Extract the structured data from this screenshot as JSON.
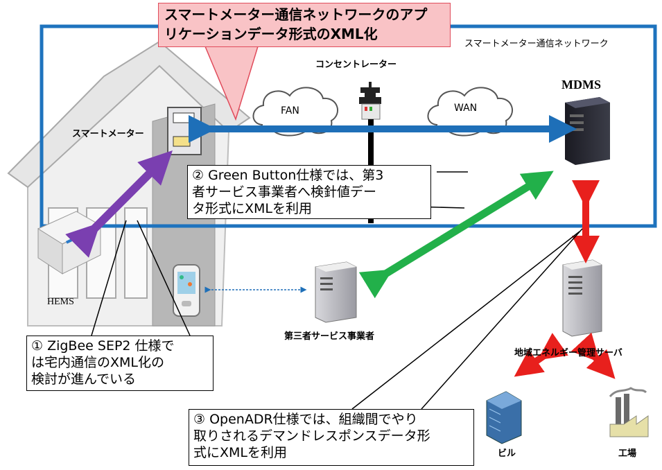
{
  "title_box": {
    "line1": "スマートメーター通信ネットワークのアプ",
    "line2": "リケーションデータ形式のXML化"
  },
  "network_label": "スマートメーター通信ネットワーク",
  "labels": {
    "concentrator": "コンセントレーター",
    "fan": "FAN",
    "wan": "WAN",
    "mdms": "MDMS",
    "smart_meter": "スマートメーター",
    "hems": "HEMS",
    "third_party": "第三者サービス事業者",
    "regional_server": "地域エネルギー管理サーバ",
    "building": "ビル",
    "factory": "工場"
  },
  "callouts": {
    "green_button": [
      "② Green Button仕様では、第3",
      "者サービス事業者へ検針値デー",
      "タ形式にXMLを利用"
    ],
    "zigbee": [
      "① ZigBee SEP2 仕様で",
      "は宅内通信のXML化の",
      "検討が進んでいる"
    ],
    "openadr": [
      "③ OpenADR仕様では、組織間でやり",
      "取りされるデマンドレスポンスデータ形",
      "式にXMLを利用"
    ]
  },
  "colors": {
    "network_border": "#1e73be",
    "blue_arrow": "#1e6fb8",
    "purple_arrow": "#7a3fb0",
    "green_arrow": "#22b04a",
    "red_arrow": "#e8201d",
    "title_fill": "#f9c3c6"
  }
}
